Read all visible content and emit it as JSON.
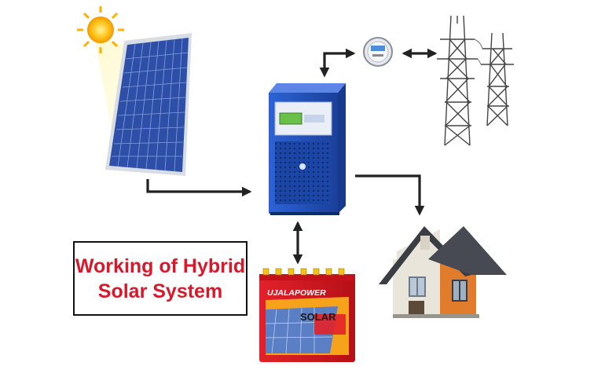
{
  "title": {
    "line1": "Working of Hybrid",
    "line2": "Solar System"
  },
  "battery": {
    "brand": "UJALAPOWER",
    "product": "SOLAR"
  },
  "colors": {
    "title_text": "#d8182b",
    "arrow": "#222222",
    "inverter_body": "#1f4fb8",
    "battery_body": "#d9141e",
    "roof": "#3a3d44",
    "sun": "#ffc21a",
    "panel": "#2e4fa8"
  },
  "icons": [
    "sun-icon",
    "solar-panel-icon",
    "inverter-icon",
    "meter-icon",
    "tower-icon",
    "battery-icon",
    "house-icon"
  ]
}
